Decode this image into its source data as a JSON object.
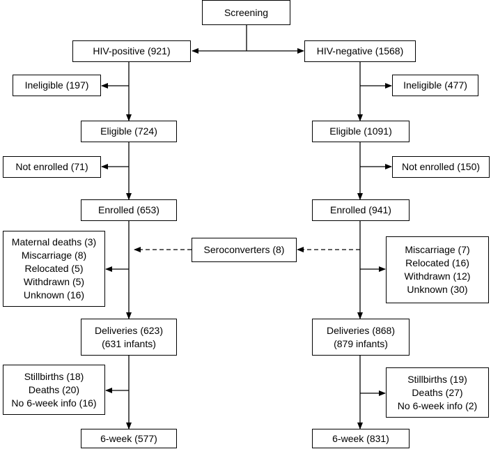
{
  "screening": "Screening",
  "hiv_pos": {
    "header": "HIV-positive (921)",
    "ineligible": "Ineligible (197)",
    "eligible": "Eligible (724)",
    "not_enrolled": "Not enrolled (71)",
    "enrolled": "Enrolled (653)",
    "losses": [
      "Maternal deaths (3)",
      "Miscarriage (8)",
      "Relocated (5)",
      "Withdrawn (5)",
      "Unknown (16)"
    ],
    "deliveries": [
      "Deliveries (623)",
      "(631 infants)"
    ],
    "outcomes": [
      "Stillbirths (18)",
      "Deaths (20)",
      "No 6-week info (16)"
    ],
    "six_week": "6-week (577)"
  },
  "hiv_neg": {
    "header": "HIV-negative (1568)",
    "ineligible": "Ineligible (477)",
    "eligible": "Eligible (1091)",
    "not_enrolled": "Not enrolled (150)",
    "enrolled": "Enrolled (941)",
    "losses": [
      "Miscarriage (7)",
      "Relocated (16)",
      "Withdrawn (12)",
      "Unknown (30)"
    ],
    "deliveries": [
      "Deliveries (868)",
      "(879 infants)"
    ],
    "outcomes": [
      "Stillbirths (19)",
      "Deaths (27)",
      "No 6-week info (2)"
    ],
    "six_week": "6-week (831)"
  },
  "seroconverters": "Seroconverters (8)"
}
